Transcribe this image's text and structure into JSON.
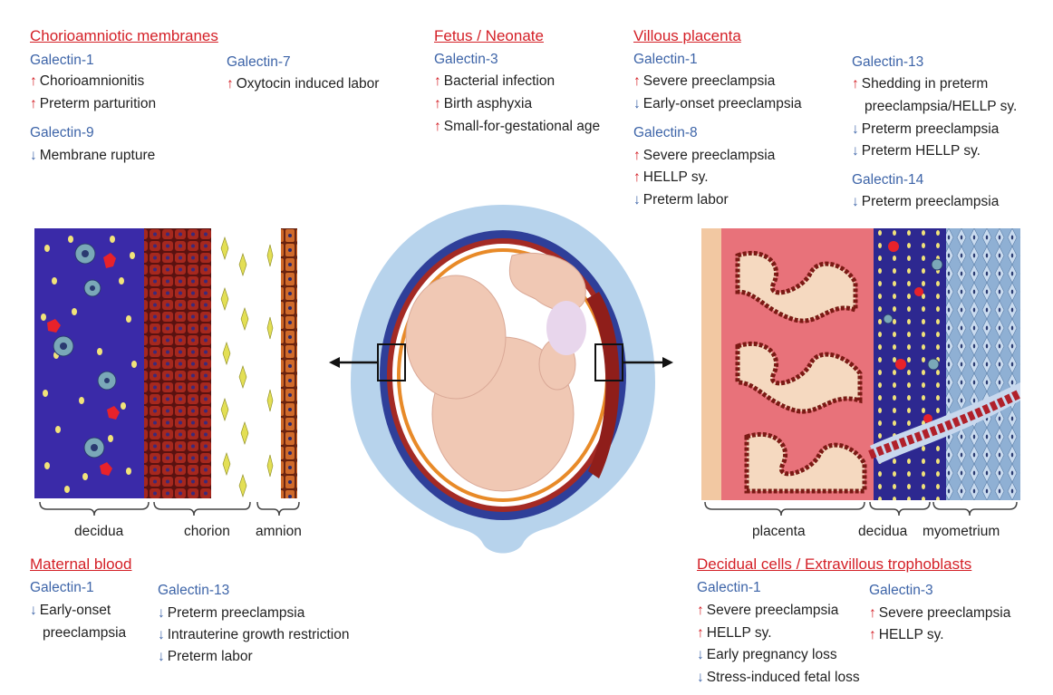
{
  "chorio": {
    "heading": "Chorioamniotic membranes",
    "g1": "Galectin-1",
    "g1_items": [
      "Chorioamnionitis",
      "Preterm parturition"
    ],
    "g9": "Galectin-9",
    "g9_items": [
      "Membrane rupture"
    ],
    "g7": "Galectin-7",
    "g7_items": [
      "Oxytocin induced labor"
    ]
  },
  "fetus": {
    "heading": "Fetus / Neonate",
    "g3": "Galectin-3",
    "g3_items": [
      "Bacterial infection",
      "Birth asphyxia",
      "Small-for-gestational age"
    ]
  },
  "villous": {
    "heading": "Villous placenta",
    "g1": "Galectin-1",
    "g1_items": [
      "Severe preeclampsia",
      "Early-onset preeclampsia"
    ],
    "g8": "Galectin-8",
    "g8_items": [
      "Severe preeclampsia",
      "HELLP sy.",
      "Preterm labor"
    ],
    "g13": "Galectin-13",
    "g13_items": [
      "Shedding in preterm",
      "preeclampsia/HELLP sy.",
      "Preterm preeclampsia",
      "Preterm HELLP sy."
    ],
    "g14": "Galectin-14",
    "g14_items": [
      "Preterm preeclampsia"
    ]
  },
  "maternal": {
    "heading": "Maternal blood",
    "g1": "Galectin-1",
    "g1_items": [
      "Early-onset",
      "preeclampsia"
    ],
    "g13": "Galectin-13",
    "g13_items": [
      "Preterm preeclampsia",
      "Intrauterine growth restriction",
      "Preterm labor"
    ]
  },
  "decidual": {
    "heading": "Decidual cells / Extravillous trophoblasts",
    "g1": "Galectin-1",
    "g1_items": [
      "Severe preeclampsia",
      "HELLP sy.",
      "Early pregnancy loss",
      "Stress-induced fetal loss"
    ],
    "g3": "Galectin-3",
    "g3_items": [
      "Severe preeclampsia",
      "HELLP sy."
    ]
  },
  "arrows": {
    "up": "↑",
    "down": "↓"
  },
  "layers_left": [
    "decidua",
    "chorion",
    "amnion"
  ],
  "layers_right": [
    "placenta",
    "decidua",
    "myometrium"
  ],
  "colors": {
    "heading": "#d42027",
    "galectin": "#3d64a8",
    "up_arrow": "#d42027",
    "down_arrow": "#3d64a8"
  }
}
